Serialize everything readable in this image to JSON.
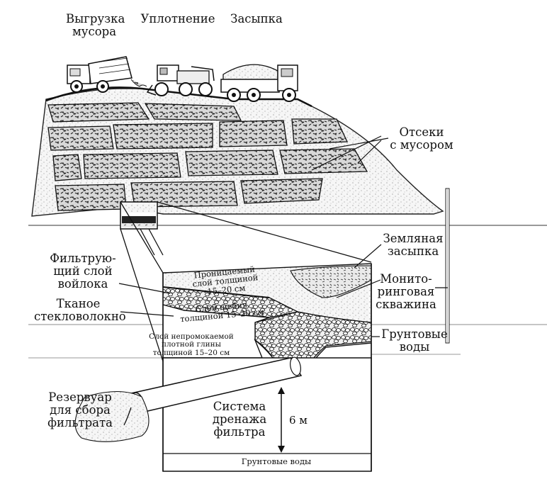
{
  "process": {
    "unloading": [
      "Выгрузка",
      "мусора"
    ],
    "compaction": "Уплотнение",
    "covering": "Засыпка"
  },
  "cells": [
    "Отсеки",
    "с мусором"
  ],
  "earth_cover": [
    "Земляная",
    "засыпка"
  ],
  "monitoring_well": [
    "Монито-",
    "ринговая",
    "скважина"
  ],
  "groundwater_right": [
    "Грунтовые",
    "воды"
  ],
  "filter_felt": [
    "Фильтрую-",
    "щий слой",
    "войлока"
  ],
  "fiberglass": [
    "Тканое",
    "стекловолокно"
  ],
  "permeable_layer": [
    "Проницаемый",
    "слой толщиной",
    "15–20 см"
  ],
  "gravel_layer": [
    "Слой щебня",
    "толщиной 15–20 см"
  ],
  "clay_layer": [
    "Слой непромокаемой",
    "плотной глины",
    "толщиной 15–20 см"
  ],
  "reservoir": [
    "Резервуар",
    "для сбора",
    "фильтрата"
  ],
  "drainage": [
    "Система",
    "дренажа",
    "фильтра"
  ],
  "depth": "6 м",
  "groundwater_bottom": "Грунтовые воды"
}
